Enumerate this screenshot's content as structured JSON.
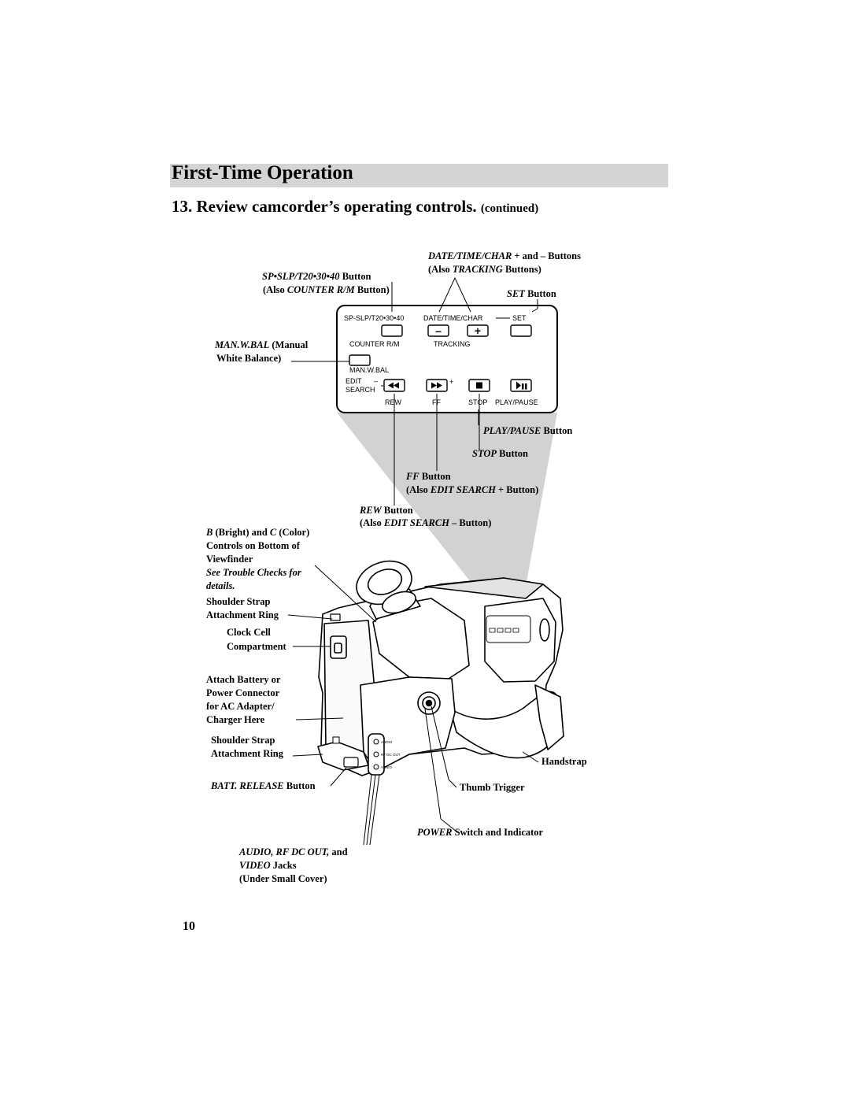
{
  "header": {
    "section_title": "First-Time Operation",
    "step_heading": "13. Review camcorder’s operating controls.",
    "step_continued": "(continued)"
  },
  "panel": {
    "sp_slp": "SP-SLP/T20•30•40",
    "date_time_char": "DATE/TIME/CHAR",
    "set": "SET",
    "minus_symbol": "–",
    "plus_symbol": "+",
    "counter_rm": "COUNTER R/M",
    "tracking": "TRACKING",
    "man_w_bal": "MAN.W.BAL",
    "edit": "EDIT",
    "edit_minus": "–",
    "edit_plus": "+",
    "search": "SEARCH",
    "rew": "REW",
    "ff": "FF",
    "stop": "STOP",
    "play_pause": "PLAY/PAUSE"
  },
  "callouts": {
    "date_time_char": {
      "italic": "DATE/TIME/CHAR",
      "rest": " + and – Buttons"
    },
    "also_tracking": {
      "pre": "(Also ",
      "italic": "TRACKING",
      "post": " Buttons)"
    },
    "sp_slp": {
      "italic": "SP•SLP/T20•30•40",
      "rest": " Button"
    },
    "also_counter": {
      "pre": "(Also ",
      "italic": "COUNTER R/M",
      "post": " Button)"
    },
    "set_button": {
      "italic": "SET",
      "rest": " Button"
    },
    "man_w_bal": {
      "italic": "MAN.W.BAL",
      "rest": " (Manual"
    },
    "white_balance": "White Balance)",
    "play_pause_button": {
      "italic": "PLAY/PAUSE",
      "rest": " Button"
    },
    "stop_button": {
      "italic": "STOP",
      "rest": " Button"
    },
    "ff_button": {
      "italic": "FF",
      "rest": " Button"
    },
    "also_edit_plus": {
      "pre": "(Also ",
      "italic": "EDIT SEARCH",
      "post": " + Button)"
    },
    "rew_button": {
      "italic": "REW",
      "rest": " Button"
    },
    "also_edit_minus": {
      "pre": "(Also ",
      "italic": "EDIT SEARCH",
      "post": " – Button)"
    },
    "bc_line1": {
      "i1": "B",
      "t1": " (Bright) and ",
      "i2": "C",
      "t2": " (Color)"
    },
    "bc_line2": "Controls on Bottom of",
    "bc_line3": "Viewfinder",
    "trouble_line1": "See Trouble Checks for",
    "trouble_line2": "details.",
    "shoulder_top_1": "Shoulder Strap",
    "shoulder_top_2": "Attachment Ring",
    "clock_1": "Clock Cell",
    "clock_2": "Compartment",
    "battery_1": "Attach Battery or",
    "battery_2": "Power Connector",
    "battery_3": "for AC Adapter/",
    "battery_4": "Charger Here",
    "shoulder_bottom_1": "Shoulder Strap",
    "shoulder_bottom_2": "Attachment Ring",
    "batt_release": {
      "italic": "BATT. RELEASE",
      "rest": " Button"
    },
    "handstrap": "Handstrap",
    "thumb_trigger": "Thumb Trigger",
    "power_switch": {
      "italic": "POWER",
      "rest": " Switch and Indicator"
    },
    "jacks_1": {
      "italic": "AUDIO, RF DC OUT,",
      "rest": " and"
    },
    "jacks_2": {
      "italic": "VIDEO",
      "rest": " Jacks"
    },
    "jacks_3": "Under Small Cover)",
    "jacks_3_open": "("
  },
  "camera_labels": {
    "audio": "AUDIO",
    "rf_dc_out": "RF DC OUT",
    "video": "VIDEO"
  },
  "footer": {
    "page_number": "10"
  }
}
